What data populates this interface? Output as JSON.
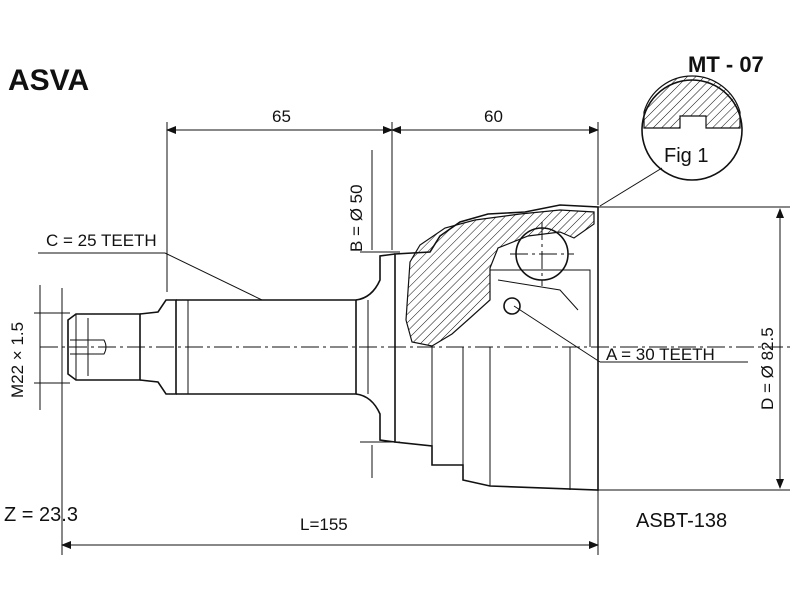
{
  "brand": "ASVA",
  "part_code": "MT - 07",
  "dimensions": {
    "length_left": "65",
    "length_right": "60",
    "bore": "B = Ø 50",
    "outer_diameter": "D = Ø 82.5",
    "thread": "M22 × 1.5",
    "total_length": "L=155",
    "z_value": "Z = 23.3"
  },
  "labels": {
    "outer_spline": "C = 25 TEETH",
    "inner_spline": "A = 30 TEETH",
    "fig": "Fig 1"
  },
  "abs_ring": "ASBT-138"
}
